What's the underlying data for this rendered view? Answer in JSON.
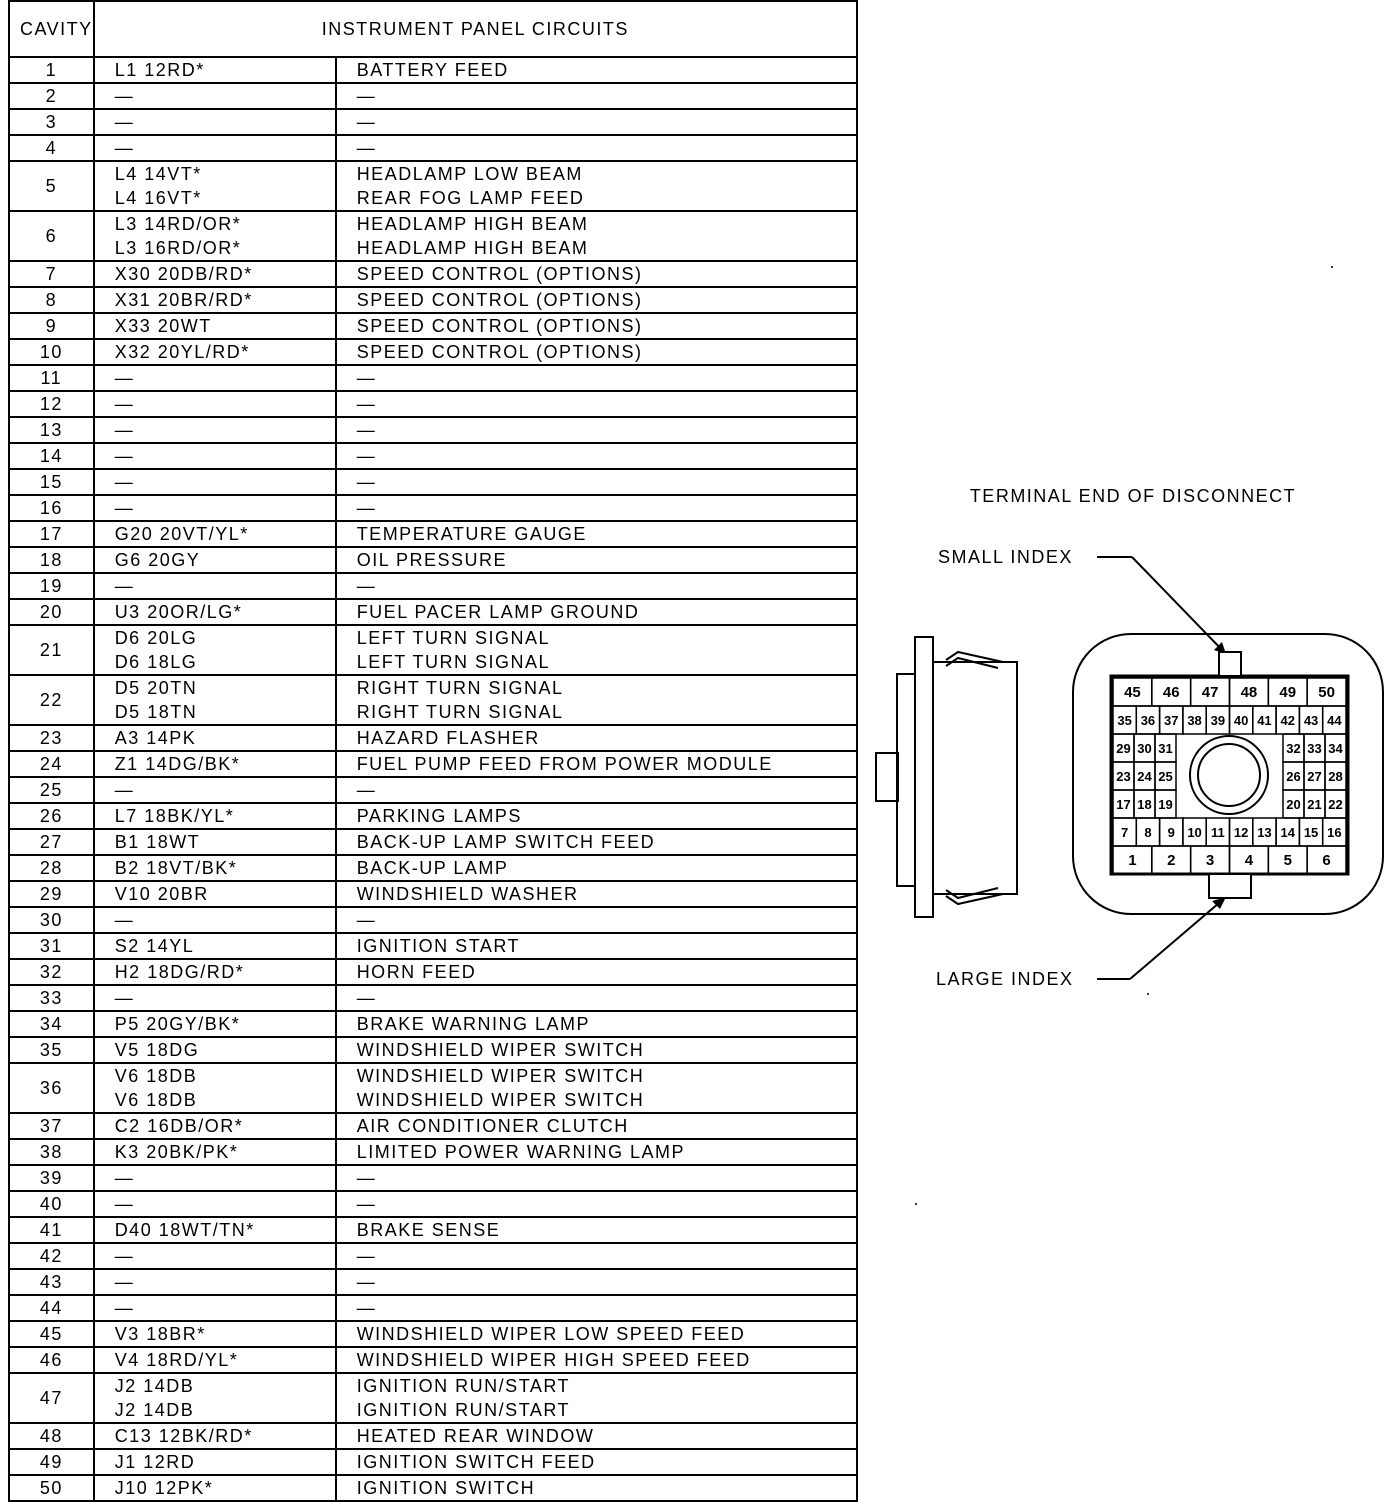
{
  "table": {
    "header_cavity": "CAVITY",
    "header_title": "INSTRUMENT PANEL CIRCUITS",
    "rows": [
      {
        "cavity": "1",
        "lines": [
          {
            "wire": "L1 12RD*",
            "func": "BATTERY FEED"
          }
        ]
      },
      {
        "cavity": "2",
        "lines": [
          {
            "wire": "—",
            "func": "—"
          }
        ]
      },
      {
        "cavity": "3",
        "lines": [
          {
            "wire": "—",
            "func": "—"
          }
        ]
      },
      {
        "cavity": "4",
        "lines": [
          {
            "wire": "—",
            "func": "—"
          }
        ]
      },
      {
        "cavity": "5",
        "lines": [
          {
            "wire": "L4 14VT*",
            "func": "HEADLAMP LOW BEAM"
          },
          {
            "wire": "L4 16VT*",
            "func": "REAR FOG LAMP FEED"
          }
        ]
      },
      {
        "cavity": "6",
        "lines": [
          {
            "wire": "L3 14RD/OR*",
            "func": "HEADLAMP HIGH BEAM"
          },
          {
            "wire": "L3 16RD/OR*",
            "func": "HEADLAMP HIGH BEAM"
          }
        ]
      },
      {
        "cavity": "7",
        "lines": [
          {
            "wire": "X30 20DB/RD*",
            "func": "SPEED CONTROL (OPTIONS)"
          }
        ]
      },
      {
        "cavity": "8",
        "lines": [
          {
            "wire": "X31 20BR/RD*",
            "func": "SPEED CONTROL (OPTIONS)"
          }
        ]
      },
      {
        "cavity": "9",
        "lines": [
          {
            "wire": "X33 20WT",
            "func": "SPEED CONTROL (OPTIONS)"
          }
        ]
      },
      {
        "cavity": "10",
        "lines": [
          {
            "wire": "X32 20YL/RD*",
            "func": "SPEED CONTROL (OPTIONS)"
          }
        ]
      },
      {
        "cavity": "11",
        "lines": [
          {
            "wire": "—",
            "func": "—"
          }
        ]
      },
      {
        "cavity": "12",
        "lines": [
          {
            "wire": "—",
            "func": "—"
          }
        ]
      },
      {
        "cavity": "13",
        "lines": [
          {
            "wire": "—",
            "func": "—"
          }
        ]
      },
      {
        "cavity": "14",
        "lines": [
          {
            "wire": "—",
            "func": "—"
          }
        ]
      },
      {
        "cavity": "15",
        "lines": [
          {
            "wire": "—",
            "func": "—"
          }
        ]
      },
      {
        "cavity": "16",
        "lines": [
          {
            "wire": "—",
            "func": "—"
          }
        ]
      },
      {
        "cavity": "17",
        "lines": [
          {
            "wire": "G20 20VT/YL*",
            "func": "TEMPERATURE GAUGE"
          }
        ]
      },
      {
        "cavity": "18",
        "lines": [
          {
            "wire": "G6 20GY",
            "func": "OIL PRESSURE"
          }
        ]
      },
      {
        "cavity": "19",
        "lines": [
          {
            "wire": "—",
            "func": "—"
          }
        ]
      },
      {
        "cavity": "20",
        "lines": [
          {
            "wire": "U3 20OR/LG*",
            "func": "FUEL PACER LAMP GROUND"
          }
        ]
      },
      {
        "cavity": "21",
        "lines": [
          {
            "wire": "D6 20LG",
            "func": "LEFT TURN SIGNAL"
          },
          {
            "wire": "D6 18LG",
            "func": "LEFT TURN SIGNAL"
          }
        ]
      },
      {
        "cavity": "22",
        "lines": [
          {
            "wire": "D5 20TN",
            "func": "RIGHT TURN SIGNAL"
          },
          {
            "wire": "D5 18TN",
            "func": "RIGHT TURN SIGNAL"
          }
        ]
      },
      {
        "cavity": "23",
        "lines": [
          {
            "wire": "A3 14PK",
            "func": "HAZARD FLASHER"
          }
        ]
      },
      {
        "cavity": "24",
        "lines": [
          {
            "wire": "Z1 14DG/BK*",
            "func": "FUEL PUMP FEED FROM POWER MODULE"
          }
        ]
      },
      {
        "cavity": "25",
        "lines": [
          {
            "wire": "—",
            "func": "—"
          }
        ]
      },
      {
        "cavity": "26",
        "lines": [
          {
            "wire": "L7 18BK/YL*",
            "func": "PARKING LAMPS"
          }
        ]
      },
      {
        "cavity": "27",
        "lines": [
          {
            "wire": "B1 18WT",
            "func": "BACK-UP LAMP SWITCH FEED"
          }
        ]
      },
      {
        "cavity": "28",
        "lines": [
          {
            "wire": "B2 18VT/BK*",
            "func": "BACK-UP LAMP"
          }
        ]
      },
      {
        "cavity": "29",
        "lines": [
          {
            "wire": "V10 20BR",
            "func": "WINDSHIELD WASHER"
          }
        ]
      },
      {
        "cavity": "30",
        "lines": [
          {
            "wire": "—",
            "func": "—"
          }
        ]
      },
      {
        "cavity": "31",
        "lines": [
          {
            "wire": "S2 14YL",
            "func": "IGNITION START"
          }
        ]
      },
      {
        "cavity": "32",
        "lines": [
          {
            "wire": "H2 18DG/RD*",
            "func": "HORN FEED"
          }
        ]
      },
      {
        "cavity": "33",
        "lines": [
          {
            "wire": "—",
            "func": "—"
          }
        ]
      },
      {
        "cavity": "34",
        "lines": [
          {
            "wire": "P5 20GY/BK*",
            "func": "BRAKE WARNING LAMP"
          }
        ]
      },
      {
        "cavity": "35",
        "lines": [
          {
            "wire": "V5 18DG",
            "func": "WINDSHIELD WIPER SWITCH"
          }
        ]
      },
      {
        "cavity": "36",
        "lines": [
          {
            "wire": "V6 18DB",
            "func": "WINDSHIELD WIPER SWITCH"
          },
          {
            "wire": "V6 18DB",
            "func": "WINDSHIELD WIPER SWITCH"
          }
        ]
      },
      {
        "cavity": "37",
        "lines": [
          {
            "wire": "C2 16DB/OR*",
            "func": "AIR CONDITIONER CLUTCH"
          }
        ]
      },
      {
        "cavity": "38",
        "lines": [
          {
            "wire": "K3 20BK/PK*",
            "func": "LIMITED POWER WARNING LAMP"
          }
        ]
      },
      {
        "cavity": "39",
        "lines": [
          {
            "wire": "—",
            "func": "—"
          }
        ]
      },
      {
        "cavity": "40",
        "lines": [
          {
            "wire": "—",
            "func": "—"
          }
        ]
      },
      {
        "cavity": "41",
        "lines": [
          {
            "wire": "D40 18WT/TN*",
            "func": "BRAKE SENSE"
          }
        ]
      },
      {
        "cavity": "42",
        "lines": [
          {
            "wire": "—",
            "func": "—"
          }
        ]
      },
      {
        "cavity": "43",
        "lines": [
          {
            "wire": "—",
            "func": "—"
          }
        ]
      },
      {
        "cavity": "44",
        "lines": [
          {
            "wire": "—",
            "func": "—"
          }
        ]
      },
      {
        "cavity": "45",
        "lines": [
          {
            "wire": "V3 18BR*",
            "func": "WINDSHIELD WIPER LOW SPEED FEED"
          }
        ]
      },
      {
        "cavity": "46",
        "lines": [
          {
            "wire": "V4 18RD/YL*",
            "func": "WINDSHIELD WIPER HIGH SPEED FEED"
          }
        ]
      },
      {
        "cavity": "47",
        "lines": [
          {
            "wire": "J2 14DB",
            "func": "IGNITION RUN/START"
          },
          {
            "wire": "J2 14DB",
            "func": "IGNITION RUN/START"
          }
        ]
      },
      {
        "cavity": "48",
        "lines": [
          {
            "wire": "C13 12BK/RD*",
            "func": "HEATED REAR WINDOW"
          }
        ]
      },
      {
        "cavity": "49",
        "lines": [
          {
            "wire": "J1 12RD",
            "func": "IGNITION SWITCH FEED"
          }
        ]
      },
      {
        "cavity": "50",
        "lines": [
          {
            "wire": "J10 12PK*",
            "func": "IGNITION SWITCH"
          }
        ]
      }
    ]
  },
  "diagram": {
    "title": "TERMINAL END OF DISCONNECT",
    "small_index_label": "SMALL INDEX",
    "large_index_label": "LARGE INDEX",
    "pin_rows": [
      [
        "45",
        "46",
        "47",
        "48",
        "49",
        "50"
      ],
      [
        "35",
        "36",
        "37",
        "38",
        "39",
        "40",
        "41",
        "42",
        "43",
        "44"
      ],
      [
        "29",
        "30",
        "31",
        "32",
        "33",
        "34"
      ],
      [
        "23",
        "24",
        "25",
        "26",
        "27",
        "28"
      ],
      [
        "17",
        "18",
        "19",
        "20",
        "21",
        "22"
      ],
      [
        "7",
        "8",
        "9",
        "10",
        "11",
        "12",
        "13",
        "14",
        "15",
        "16"
      ],
      [
        "1",
        "2",
        "3",
        "4",
        "5",
        "6"
      ]
    ]
  }
}
